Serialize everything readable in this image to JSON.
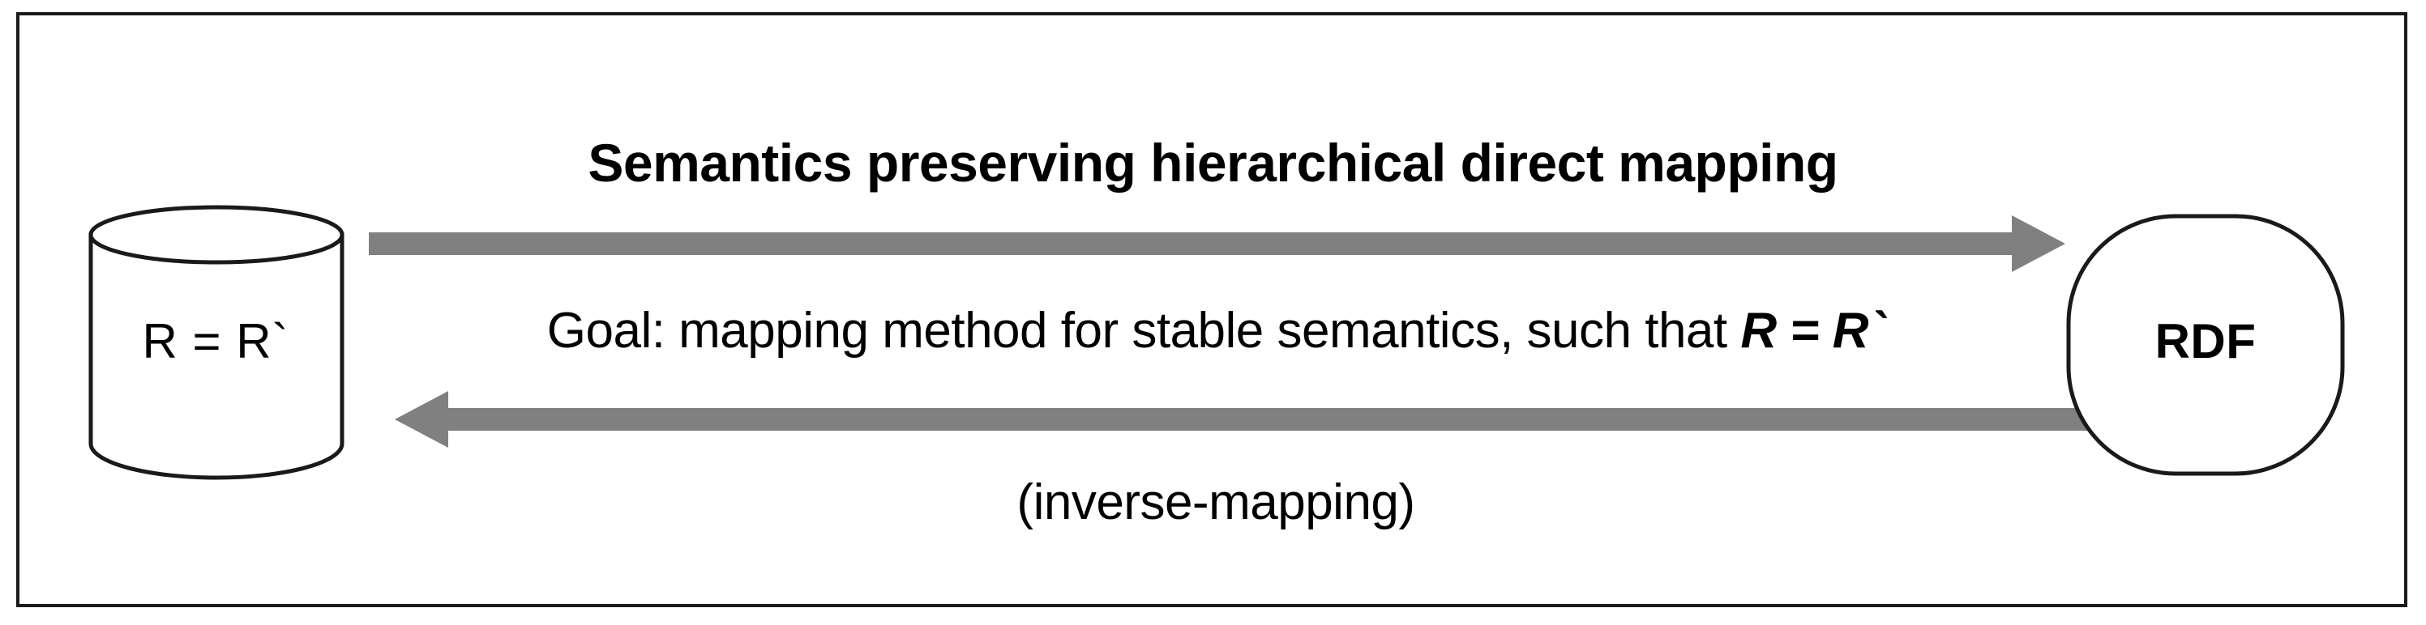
{
  "figure": {
    "title": "Semantics preserving hierarchical direct mapping",
    "goal_prefix": "Goal: mapping method for stable semantics, such that ",
    "goal_emphasis": "R = R`",
    "inverse_label": "(inverse-mapping)",
    "source_node": {
      "label": "R = R`",
      "shape": "cylinder",
      "icon": "database-cylinder-icon"
    },
    "target_node": {
      "label": "RDF",
      "shape": "rounded-rectangle",
      "icon": "rdf-node-icon"
    },
    "forward_arrow": {
      "direction": "right",
      "icon": "arrow-right-icon"
    },
    "reverse_arrow": {
      "direction": "left",
      "icon": "arrow-left-icon"
    },
    "colors": {
      "arrow_fill": "#808080",
      "stroke": "#1a1a1a",
      "background": "#ffffff",
      "text": "#000000"
    }
  }
}
